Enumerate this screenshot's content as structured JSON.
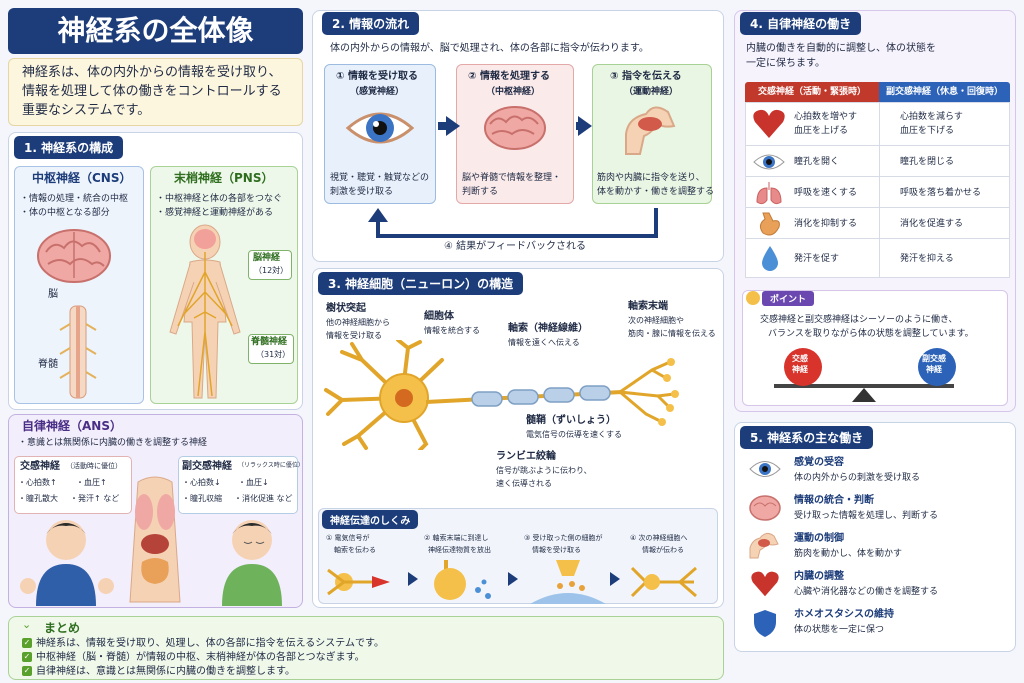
{
  "title": "神経系の全体像",
  "intro": [
    "神経系は、体の内外からの情報を受け取り、",
    "情報を処理して体の働きをコントロールする",
    "重要なシステムです。"
  ],
  "s1": {
    "header": "1. 神経系の構成",
    "cns": {
      "title": "中枢神経（CNS）",
      "items": [
        "・情報の処理・統合の中枢",
        "・体の中枢となる部分"
      ],
      "brain": "脳",
      "spine": "脊髄"
    },
    "pns": {
      "title": "末梢神経（PNS）",
      "items": [
        "・中枢神経と体の各部をつなぐ",
        "・感覚神経と運動神経がある"
      ],
      "cranial": "脳神経",
      "cranial_n": "（12対）",
      "spinal": "脊髄神経",
      "spinal_n": "（31対）"
    },
    "ans": {
      "title": "自律神経（ANS）",
      "desc": "・意識とは無関係に内臓の働きを調整する神経",
      "symp": {
        "title": "交感神経",
        "note": "（活動時に優位）",
        "items": [
          "・心拍数↑",
          "・血圧↑",
          "・瞳孔散大",
          "・発汗↑ など"
        ]
      },
      "para": {
        "title": "副交感神経",
        "note": "（リラックス時に優位）",
        "items": [
          "・心拍数↓",
          "・血圧↓",
          "・瞳孔収縮",
          "・消化促進 など"
        ]
      }
    }
  },
  "s2": {
    "header": "2. 情報の流れ",
    "desc": "体の内外からの情報が、脳で処理され、体の各部に指令が伝わります。",
    "steps": [
      {
        "title": "① 情報を受け取る",
        "sub": "（感覚神経）",
        "text": [
          "視覚・聴覚・触覚などの",
          "刺激を受け取る"
        ],
        "color": "#e8f1fb",
        "border": "#9bbbe0"
      },
      {
        "title": "② 情報を処理する",
        "sub": "（中枢神経）",
        "text": [
          "脳や脊髄で情報を整理・",
          "判断する"
        ],
        "color": "#fbeaea",
        "border": "#e3a9a9"
      },
      {
        "title": "③ 指令を伝える",
        "sub": "（運動神経）",
        "text": [
          "筋肉や内臓に指令を送り、",
          "体を動かす・働きを調整する"
        ],
        "color": "#eaf6e4",
        "border": "#a8d195"
      }
    ],
    "feedback": "④ 結果がフィードバックされる"
  },
  "s3": {
    "header": "3. 神経細胞（ニューロン）の構造",
    "dendrite": {
      "title": "樹状突起",
      "text": [
        "他の神経細胞から",
        "情報を受け取る"
      ]
    },
    "soma": {
      "title": "細胞体",
      "text": [
        "情報を統合する"
      ]
    },
    "axon": {
      "title": "軸索（神経線維）",
      "text": [
        "情報を遠くへ伝える"
      ]
    },
    "terminal": {
      "title": "軸索末端",
      "text": [
        "次の神経細胞や",
        "筋肉・腺に情報を伝える"
      ]
    },
    "myelin": {
      "title": "髄鞘（ずいしょう）",
      "text": [
        "電気信号の伝導を速くする"
      ]
    },
    "ranvier": {
      "title": "ランビエ絞輪",
      "text": [
        "信号が跳ぶように伝わり、",
        "速く伝導される"
      ]
    },
    "transmission": {
      "header": "神経伝達のしくみ",
      "steps": [
        [
          "① 電気信号が",
          "軸索を伝わる"
        ],
        [
          "② 軸索末端に到達し",
          "神経伝達物質を放出"
        ],
        [
          "③ 受け取った側の細胞が",
          "情報を受け取る"
        ],
        [
          "④ 次の神経細胞へ",
          "情報が伝わる"
        ]
      ]
    }
  },
  "s4": {
    "header": "4. 自律神経の働き",
    "desc": [
      "内臓の働きを自動的に調整し、体の状態を",
      "一定に保ちます。"
    ],
    "col_symp": "交感神経（活動・緊張時）",
    "col_para": "副交感神経（休息・回復時）",
    "rows": [
      {
        "icon": "heart-icon",
        "symp": [
          "心拍数を増やす",
          "血圧を上げる"
        ],
        "para": [
          "心拍数を減らす",
          "血圧を下げる"
        ]
      },
      {
        "icon": "eye-icon",
        "symp": [
          "瞳孔を開く"
        ],
        "para": [
          "瞳孔を閉じる"
        ]
      },
      {
        "icon": "lungs-icon",
        "symp": [
          "呼吸を速くする"
        ],
        "para": [
          "呼吸を落ち着かせる"
        ]
      },
      {
        "icon": "stomach-icon",
        "symp": [
          "消化を抑制する"
        ],
        "para": [
          "消化を促進する"
        ]
      },
      {
        "icon": "drop-icon",
        "symp": [
          "発汗を促す"
        ],
        "para": [
          "発汗を抑える"
        ]
      }
    ],
    "point": {
      "label": "ポイント",
      "text": [
        "交感神経と副交感神経はシーソーのように働き、",
        "バランスを取りながら体の状態を調整しています。"
      ],
      "left": "交感\n神経",
      "right": "副交感\n神経"
    }
  },
  "s5": {
    "header": "5. 神経系の主な働き",
    "items": [
      {
        "icon": "eye-icon",
        "title": "感覚の受容",
        "text": "体の内外からの刺激を受け取る"
      },
      {
        "icon": "brain-icon",
        "title": "情報の統合・判断",
        "text": "受け取った情報を処理し、判断する"
      },
      {
        "icon": "muscle-icon",
        "title": "運動の制御",
        "text": "筋肉を動かし、体を動かす"
      },
      {
        "icon": "heart-icon",
        "title": "内臓の調整",
        "text": "心臓や消化器などの働きを調整する"
      },
      {
        "icon": "shield-icon",
        "title": "ホメオスタシスの維持",
        "text": "体の状態を一定に保つ"
      }
    ]
  },
  "summary": {
    "title": "まとめ",
    "items": [
      "神経系は、情報を受け取り、処理し、体の各部に指令を伝えるシステムです。",
      "中枢神経（脳・脊髄）が情報の中枢、末梢神経が体の各部とつなぎます。",
      "自律神経は、意識とは無関係に内臓の働きを調整します。"
    ]
  },
  "colors": {
    "navy": "#1d3d7a",
    "symp": "#c0392b",
    "para": "#2c62b8"
  }
}
